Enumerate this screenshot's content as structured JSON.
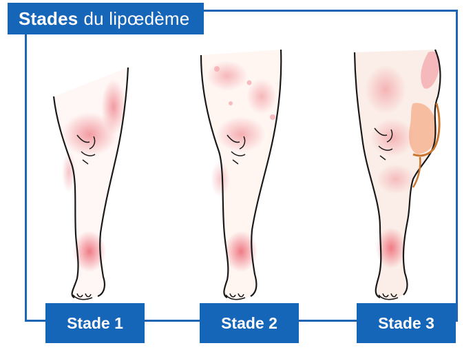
{
  "title": {
    "bold": "Stades",
    "rest": "du lipœdème"
  },
  "stages": [
    {
      "label": "Stade 1"
    },
    {
      "label": "Stade 2"
    },
    {
      "label": "Stade 3"
    }
  ],
  "colors": {
    "brand_blue": "#1565b8",
    "frame_blue": "#1e64b4",
    "skin_highlight": "#f3a3a8",
    "outline": "#1a1a1a",
    "lipedema_lobe": "#c9752f"
  }
}
